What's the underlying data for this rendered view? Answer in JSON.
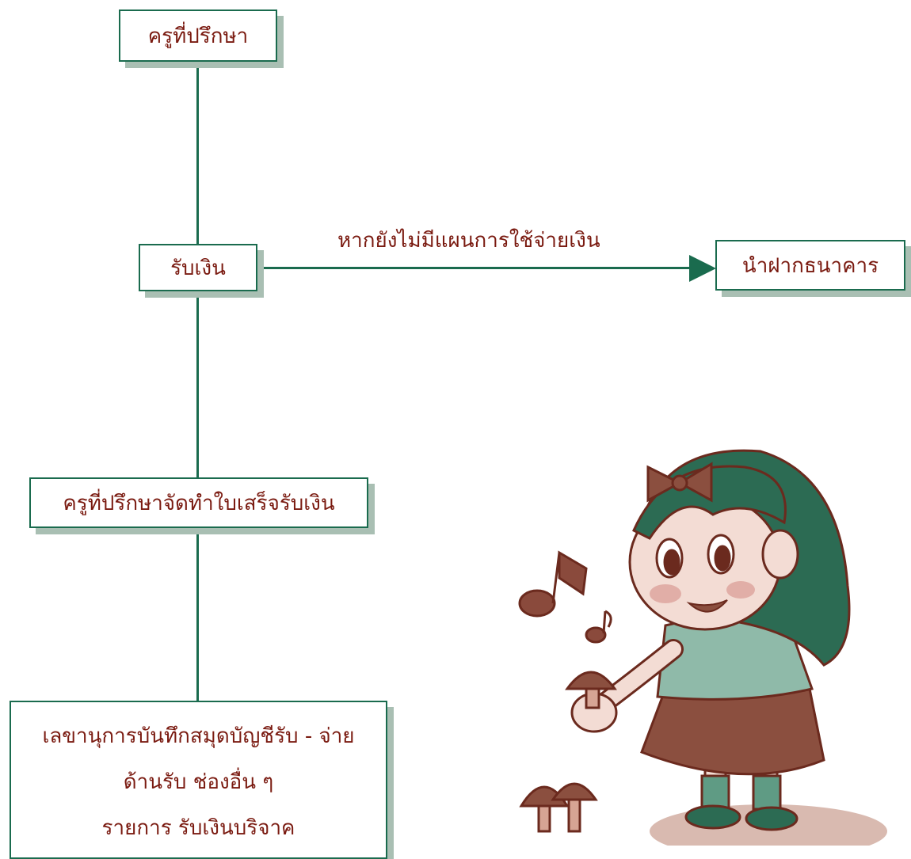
{
  "nodes": {
    "advisor": "ครูที่ปรึกษา",
    "receive_money": "รับเงิน",
    "deposit_bank": "นำฝากธนาคาร",
    "receipt": "ครูที่ปรึกษาจัดทำใบเสร็จรับเงิน",
    "secretary": [
      "เลขานุการบันทึกสมุดบัญชีรับ - จ่าย",
      "ด้านรับ ช่องอื่น ๆ",
      "รายการ รับเงินบริจาค"
    ]
  },
  "edges": {
    "receive_to_bank_label": "หากยังไม่มีแผนการใช้จ่ายเงิน"
  },
  "colors": {
    "line": "#1a6b4e",
    "text": "#7a1a10",
    "shadow": "#a9bfb3"
  }
}
